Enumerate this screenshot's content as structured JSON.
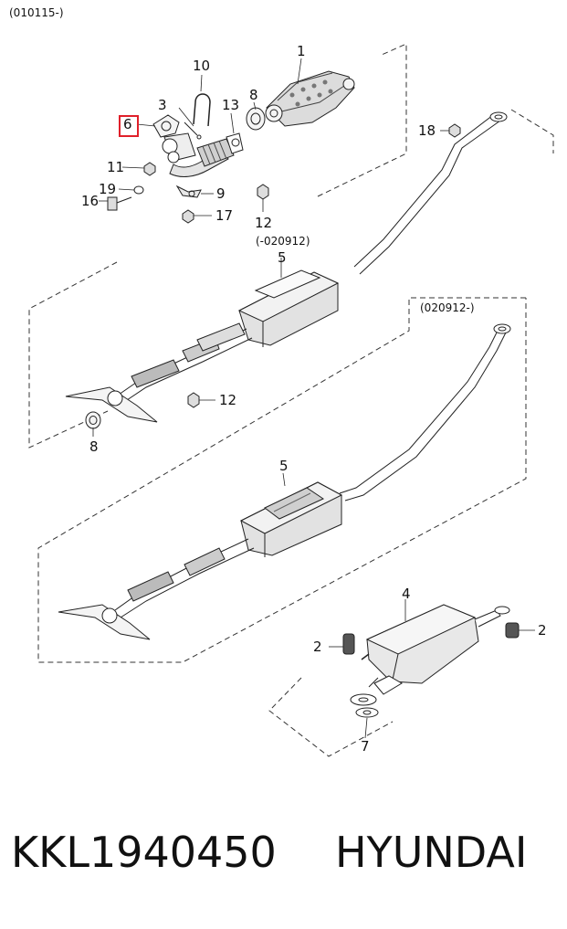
{
  "header": {
    "date_range": "(010115-)"
  },
  "variants": {
    "early": "(-020912)",
    "late": "(020912-)"
  },
  "callouts": {
    "c1": "1",
    "c2a": "2",
    "c2b": "2",
    "c3": "3",
    "c4": "4",
    "c5a": "5",
    "c5b": "5",
    "c6": "6",
    "c7": "7",
    "c8a": "8",
    "c8b": "8",
    "c9": "9",
    "c10": "10",
    "c11": "11",
    "c12a": "12",
    "c12b": "12",
    "c13": "13",
    "c16": "16",
    "c17": "17",
    "c18": "18",
    "c19": "19"
  },
  "highlighted_part": "6",
  "footer": {
    "part_number": "KKL1940450",
    "brand": "HYUNDAI"
  },
  "colors": {
    "highlight": "#e0202a",
    "line": "#222222",
    "fill_light": "#f1f1f1",
    "fill_mid": "#d4d4d4",
    "fill_dark": "#9a9a9a"
  }
}
